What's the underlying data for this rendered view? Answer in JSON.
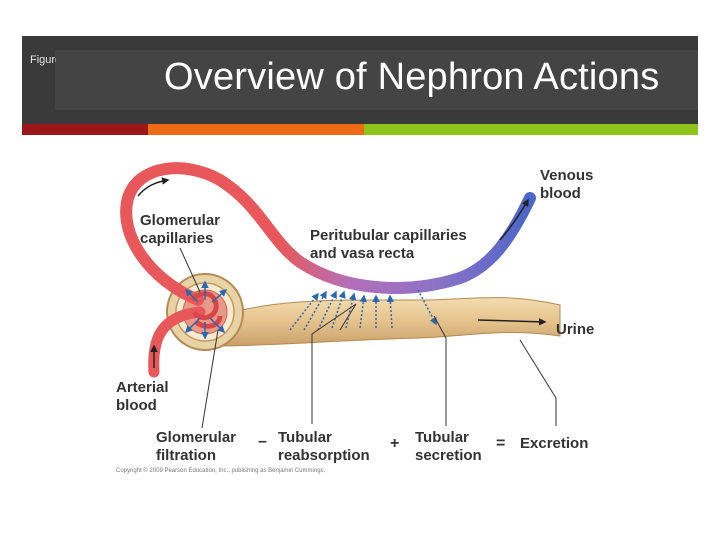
{
  "slide": {
    "figure_label": "Figure",
    "title": "Overview of Nephron Actions",
    "accent_colors": [
      "#9c1519",
      "#ee6a14",
      "#8dc41b"
    ]
  },
  "diagram": {
    "labels": {
      "venous_blood": [
        "Venous",
        "blood"
      ],
      "glomerular_capillaries": [
        "Glomerular",
        "capillaries"
      ],
      "peritubular": [
        "Peritubular capillaries",
        "and vasa recta"
      ],
      "urine": "Urine",
      "arterial_blood": [
        "Arterial",
        "blood"
      ]
    },
    "equation": {
      "filtration": [
        "Glomerular",
        "filtration"
      ],
      "minus": "–",
      "reabsorption": [
        "Tubular",
        "reabsorption"
      ],
      "plus": "+",
      "secretion": [
        "Tubular",
        "secretion"
      ],
      "equals": "=",
      "excretion": "Excretion"
    },
    "copyright": "Copyright © 2009 Pearson Education, Inc., publishing as Benjamin Cummings."
  }
}
